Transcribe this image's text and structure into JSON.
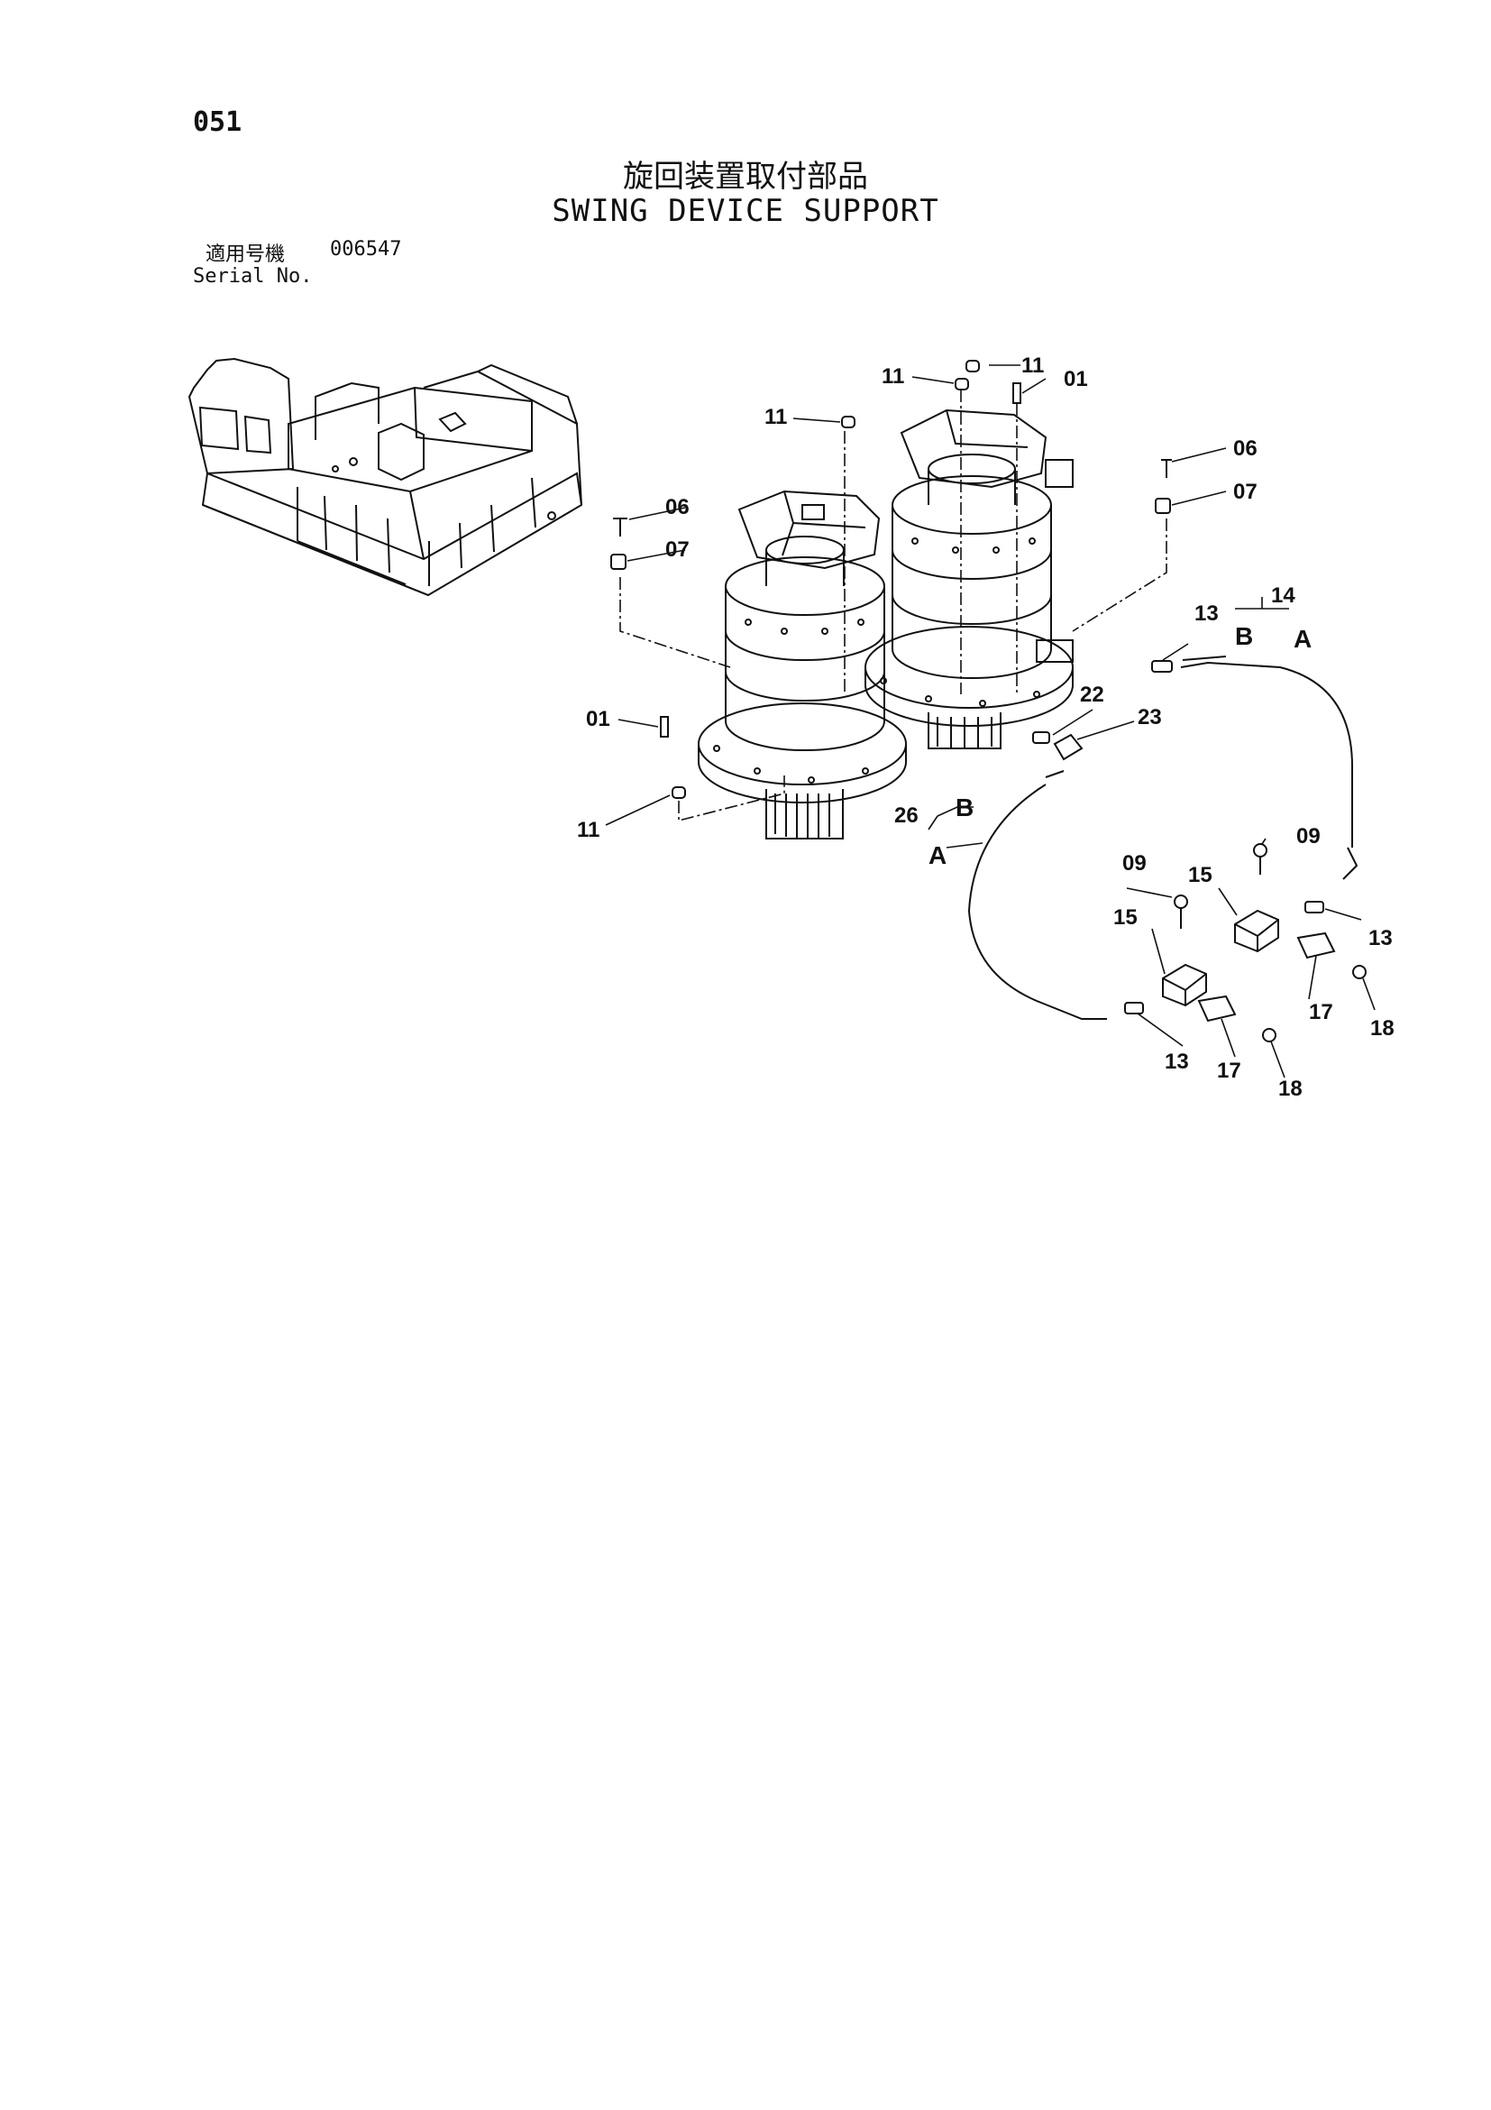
{
  "page_number": "051",
  "title_jp": "旋回装置取付部品",
  "title_en": "SWING DEVICE SUPPORT",
  "serial": {
    "label_jp": "適用号機",
    "value": "006547",
    "label_en": "Serial No."
  },
  "callouts": {
    "c11_top_a": "11",
    "c11_top_b": "11",
    "c01_top": "01",
    "c11_mid": "11",
    "c06_right": "06",
    "c07_right": "07",
    "c06_left": "06",
    "c07_left": "07",
    "c13_top": "13",
    "c14": "14",
    "b_top": "B",
    "a_top": "A",
    "c22": "22",
    "c23": "23",
    "c01_left": "01",
    "c11_low": "11",
    "c26": "26",
    "b_low": "B",
    "a_low": "A",
    "c09_right": "09",
    "c15_right": "15",
    "c13_right": "13",
    "c17_right": "17",
    "c18_right": "18",
    "c09_left": "09",
    "c15_left": "15",
    "c13_low": "13",
    "c17_low": "17",
    "c18_low": "18"
  }
}
